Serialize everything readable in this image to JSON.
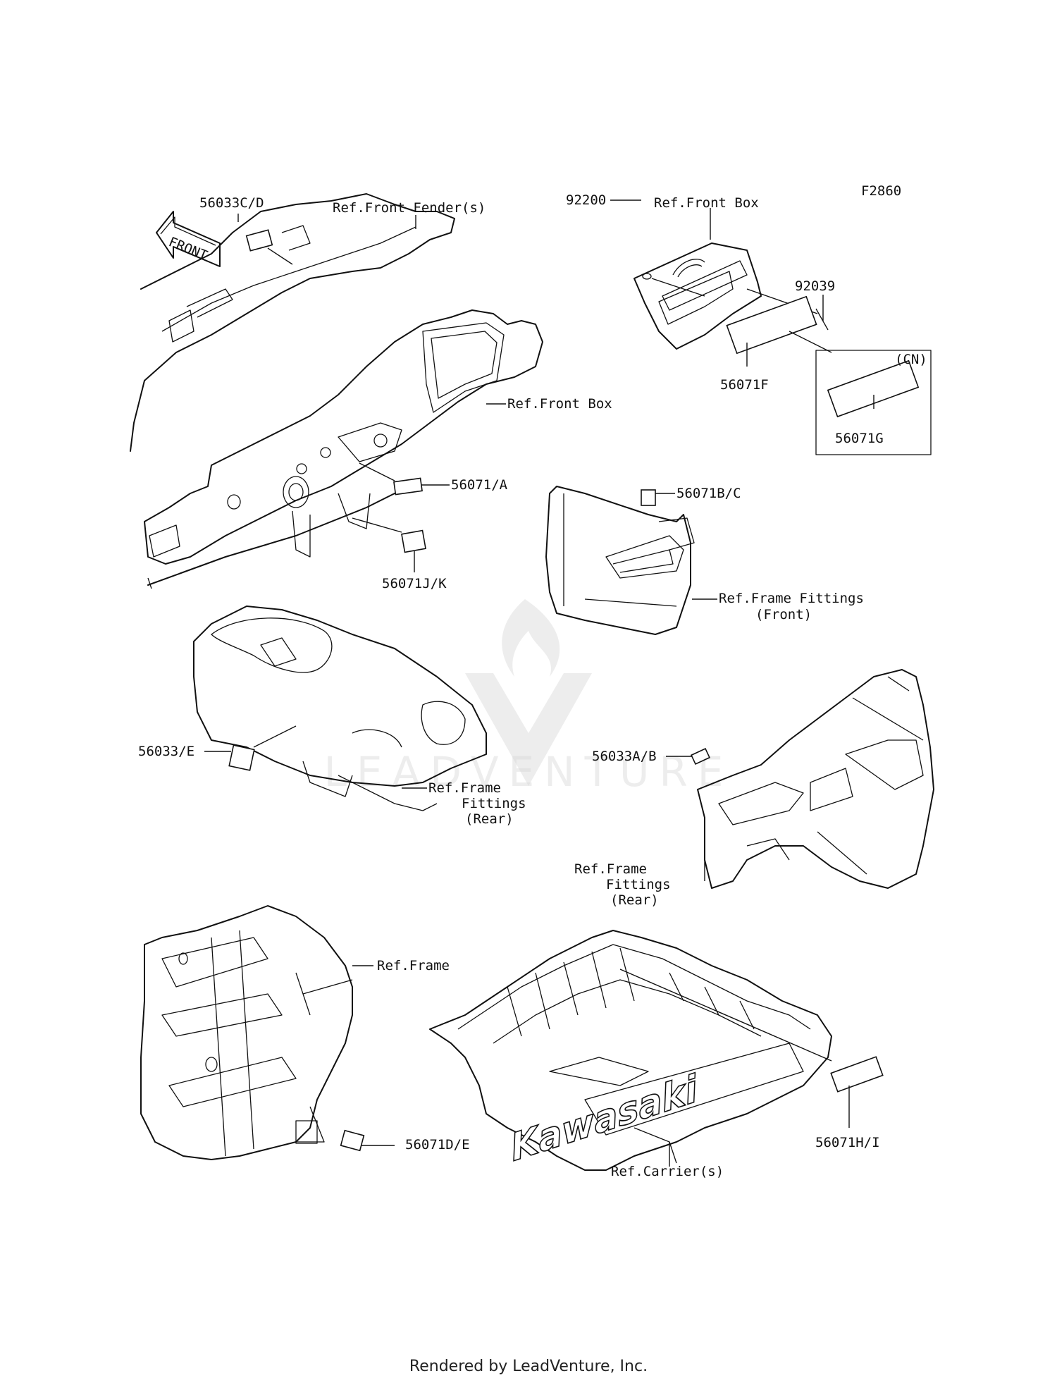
{
  "figure_code": "F2860",
  "front_arrow": "FRONT",
  "brand_text": "Kawasaki",
  "watermark": "LEADVENTURE",
  "labels": {
    "p56033CD": "56033C/D",
    "ref_front_fender": "Ref.Front Fender(s)",
    "ref_front_box_top": "Ref.Front Box",
    "p92200": "92200",
    "p92039": "92039",
    "cn": "(CN)",
    "p56071F": "56071F",
    "p56071G": "56071G",
    "ref_front_box_mid": "Ref.Front Box",
    "p56071A": "56071/A",
    "p56071JK": "56071J/K",
    "p56071BC": "56071B/C",
    "ref_ff_front_1": "Ref.Frame Fittings",
    "ref_ff_front_2": "(Front)",
    "p56033E": "56033/E",
    "ref_ff_rear_a1": "Ref.Frame",
    "ref_ff_rear_a2": "Fittings",
    "ref_ff_rear_a3": "(Rear)",
    "p56033AB": "56033A/B",
    "ref_ff_rear_b1": "Ref.Frame",
    "ref_ff_rear_b2": "Fittings",
    "ref_ff_rear_b3": "(Rear)",
    "ref_frame": "Ref.Frame",
    "p56071DE": "56071D/E",
    "p56071HI": "56071H/I",
    "ref_carrier": "Ref.Carrier(s)"
  },
  "footer": "Rendered by LeadVenture, Inc."
}
